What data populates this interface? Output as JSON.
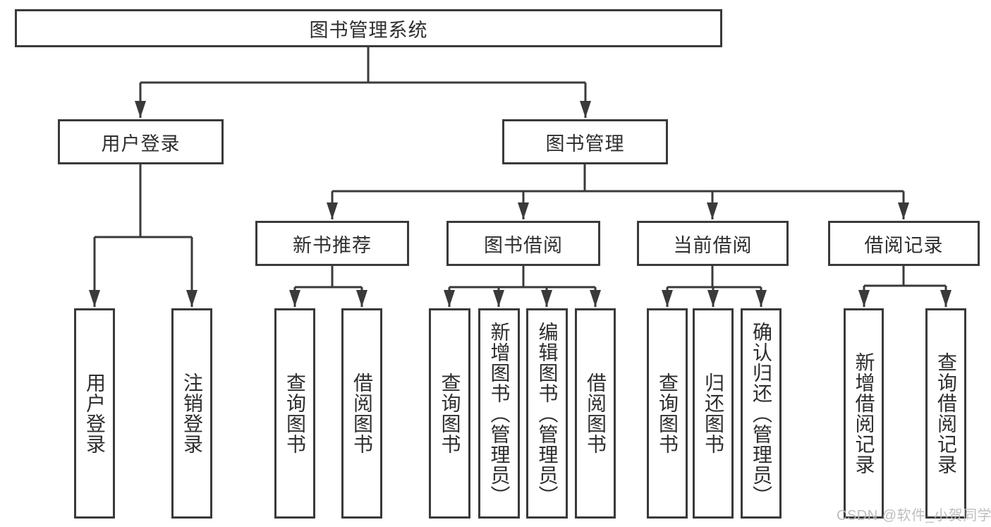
{
  "tree": {
    "label": "图书管理系统",
    "children": [
      {
        "label": "用户登录",
        "children": [
          {
            "label": "用户登录"
          },
          {
            "label": "注销登录"
          }
        ]
      },
      {
        "label": "图书管理",
        "children": [
          {
            "label": "新书推荐",
            "children": [
              {
                "label": "查询图书"
              },
              {
                "label": "借阅图书"
              }
            ]
          },
          {
            "label": "图书借阅",
            "children": [
              {
                "label": "查询图书"
              },
              {
                "label": "新增图书（管理员）"
              },
              {
                "label": "编辑图书（管理员）"
              },
              {
                "label": "借阅图书"
              }
            ]
          },
          {
            "label": "当前借阅",
            "children": [
              {
                "label": "查询图书"
              },
              {
                "label": "归还图书"
              },
              {
                "label": "确认归还（管理员）"
              }
            ]
          },
          {
            "label": "借阅记录",
            "children": [
              {
                "label": "新增借阅记录"
              },
              {
                "label": "查询借阅记录"
              }
            ]
          }
        ]
      }
    ]
  },
  "watermark": {
    "text": "CSDN @软件_小贺同学"
  },
  "colors": {
    "line": "#3a3a3a",
    "text": "#2e2e2e",
    "box_background": "#ffffff",
    "watermark": "#bababa"
  }
}
